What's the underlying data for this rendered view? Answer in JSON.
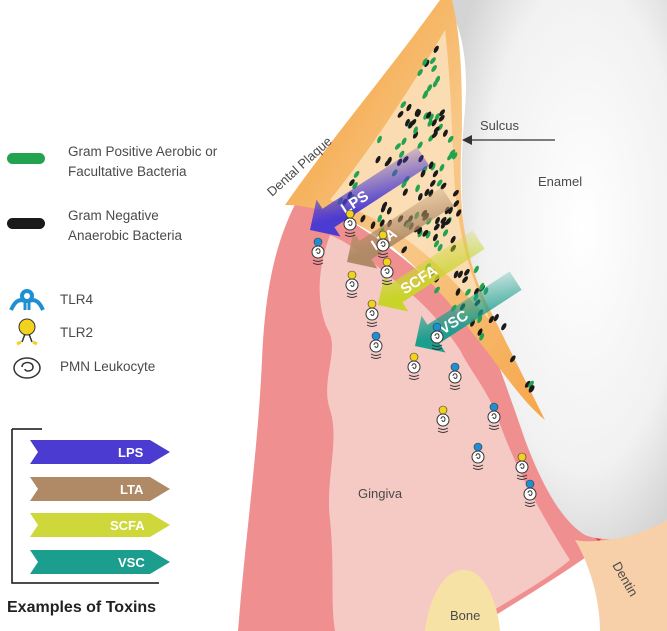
{
  "labels": {
    "dental_plaque": "Dental Plaque",
    "sulcus": "Sulcus",
    "enamel": "Enamel",
    "gingiva": "Gingiva",
    "bone": "Bone",
    "dentin": "Dentin"
  },
  "legend": {
    "gram_pos_line1": "Gram Positive Aerobic or",
    "gram_pos_line2": "Facultative Bacteria",
    "gram_neg_line1": "Gram Negative",
    "gram_neg_line2": "Anaerobic Bacteria",
    "tlr4": "TLR4",
    "tlr2": "TLR2",
    "pmn": "PMN Leukocyte"
  },
  "toxins": {
    "lps": "LPS",
    "lta": "LTA",
    "scfa": "SCFA",
    "vsc": "VSC",
    "caption": "Examples of Toxins"
  },
  "colors": {
    "lps": "#4b3bd0",
    "lta": "#b08a66",
    "scfa": "#cfd83a",
    "vsc": "#1c9e8e",
    "gingiva_outer": "#f08f8f",
    "gingiva_inner": "#f5c9c4",
    "plaque": "#f6a64a",
    "bone": "#f7e2a6",
    "dentin": "#f7cfa9",
    "gram_positive": "#23a34f",
    "gram_negative": "#1a1a1a",
    "tlr4": "#1f8fd3",
    "tlr2": "#f3d21d"
  }
}
